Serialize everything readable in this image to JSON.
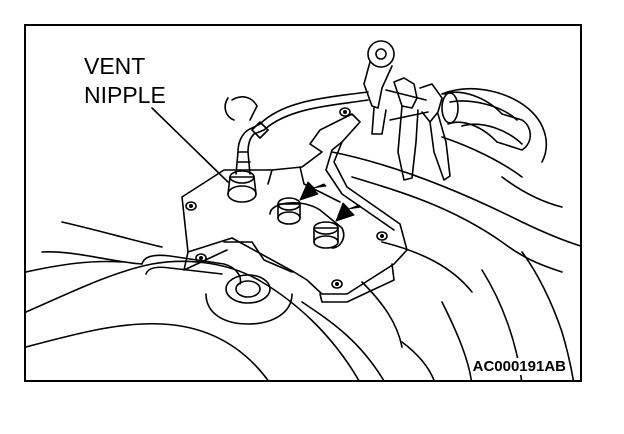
{
  "labels": {
    "vent_line1": "VENT",
    "vent_line2": "NIPPLE",
    "figure_code": "AC000191AB"
  },
  "colors": {
    "ink": "#000000",
    "paper": "#ffffff",
    "arrow_fill": "#000000"
  }
}
